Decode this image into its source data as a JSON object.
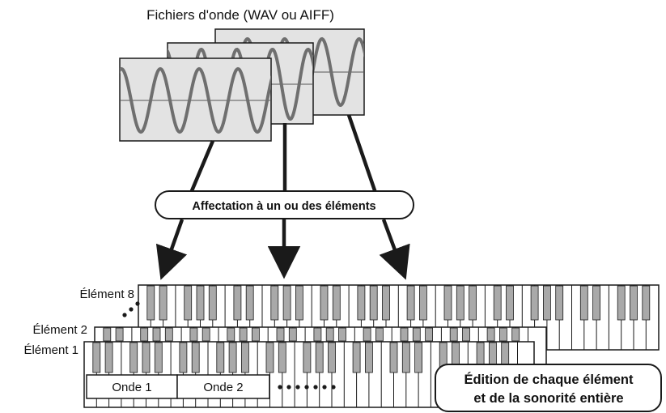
{
  "title": "Fichiers d'onde (WAV ou AIFF)",
  "assign_label": "Affectation à un ou des éléments",
  "elements": {
    "top": "Élément 8",
    "middle": "Élément 2",
    "bottom": "Élément 1"
  },
  "waves": [
    "Onde 1",
    "Onde 2"
  ],
  "edit_label": {
    "line1": "Édition de chaque élément",
    "line2": "et de la sonorité entière"
  },
  "colors": {
    "panel_fill": "#e3e3e3",
    "wave_stroke": "#6f6f6f",
    "black_key": "#a9a9a9",
    "outline": "#1a1a1a"
  }
}
